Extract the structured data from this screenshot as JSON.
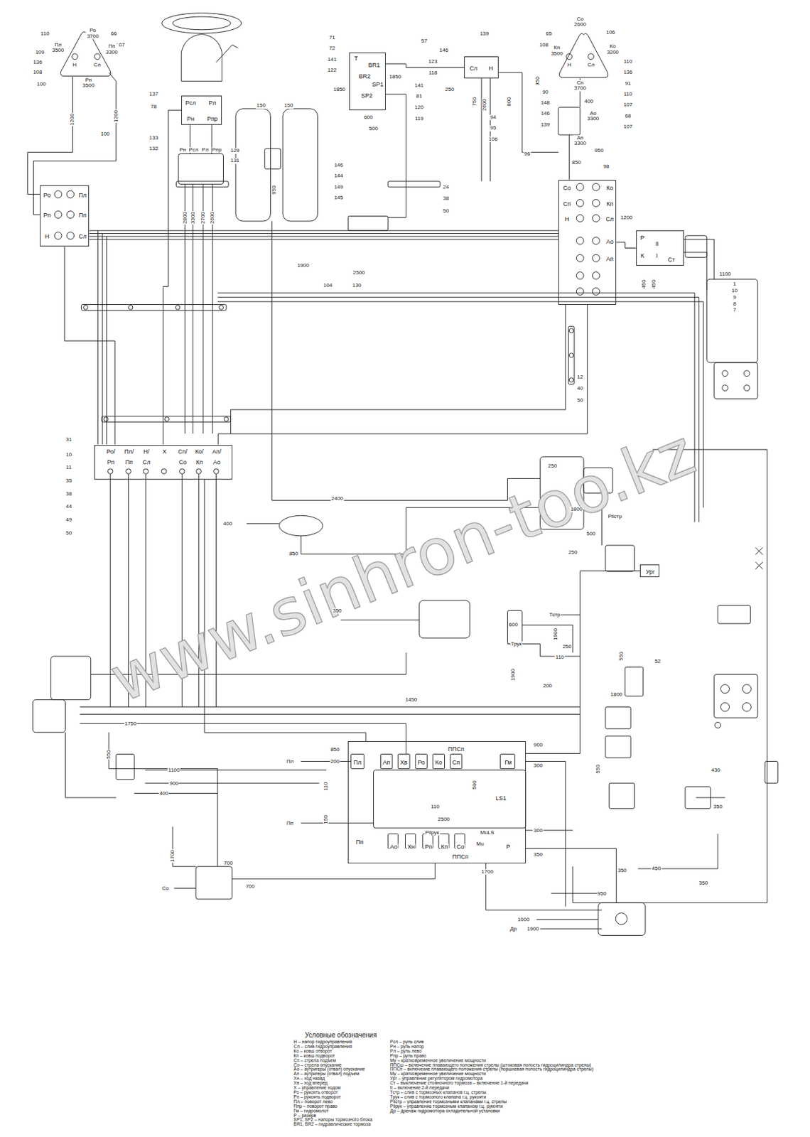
{
  "diagram": {
    "nodes": [
      {
        "text": [
          "Ро",
          "Пл",
          "Рп",
          "Пп",
          "Н",
          "Сл"
        ]
      },
      {
        "text": [
          "Рсл",
          "Рл",
          "Рн",
          "Рпр"
        ]
      },
      {
        "text": [
          "T",
          "BR1",
          "BR2",
          "SP1",
          "SP2"
        ]
      },
      {
        "text": [
          "Сл",
          "Н"
        ]
      },
      {
        "text": [
          "Со",
          "Ко",
          "Сп",
          "Кп",
          "Н",
          "Сл",
          "Ао",
          "Ап"
        ]
      },
      {
        "text": [
          "Ро/",
          "Пл/",
          "Н/",
          "Х",
          "Сп/",
          "Ко/",
          "Ап/",
          "Рп",
          "Пп",
          "Сл",
          "Со",
          "Кп",
          "Ао"
        ]
      },
      {
        "text": [
          "Пл",
          "Ап",
          "Хв",
          "Ро",
          "Ко",
          "Сп",
          "ППСп",
          "Гм",
          "LS1",
          "Пп",
          "Ао",
          "Хн",
          "Рп",
          "Кп",
          "Со",
          "ППСп",
          "Р"
        ]
      },
      {
        "text": [
          "Ург"
        ]
      },
      {
        "text": [
          "Р",
          "II",
          "К",
          "I",
          "Ст"
        ]
      }
    ],
    "edges": [
      {
        "from": 0,
        "to": 5,
        "arrow": "none"
      },
      {
        "from": 1,
        "to": 5,
        "arrow": "none"
      },
      {
        "from": 4,
        "to": 5,
        "arrow": "none"
      },
      {
        "from": 2,
        "to": 3,
        "arrow": "none"
      },
      {
        "from": 5,
        "to": 6,
        "arrow": "none"
      },
      {
        "from": 6,
        "to": 7,
        "arrow": "none"
      },
      {
        "from": 4,
        "to": 8,
        "arrow": "none"
      }
    ],
    "labels": [
      "110",
      "Ро 3700",
      "66",
      "107",
      "Пл 3500",
      "Пп 3300",
      "109",
      "136",
      "Н",
      "Сл",
      "108",
      "Рп 3500",
      "100",
      "1200",
      "1200",
      "100",
      "137",
      "78",
      "133",
      "132",
      "Рн",
      "Рсл",
      "Рл",
      "Рпр",
      "129",
      "131",
      "2800",
      "3300",
      "2700",
      "2600",
      "150",
      "150",
      "950",
      "71",
      "72",
      "141",
      "122",
      "1850",
      "600",
      "500",
      "1850",
      "57",
      "146",
      "123",
      "118",
      "250",
      "141",
      "81",
      "120",
      "119",
      "139",
      "750",
      "2600",
      "800",
      "94",
      "95",
      "106",
      "65",
      "Со 2600",
      "106",
      "108",
      "Кп 3500",
      "Ко 3200",
      "Н",
      "Сл",
      "110",
      "136",
      "Сп 3700",
      "91",
      "350",
      "110",
      "90",
      "400",
      "148",
      "107",
      "146",
      "Ао 3300",
      "68",
      "139",
      "107",
      "Ап 3300",
      "950",
      "96",
      "850",
      "98",
      "146",
      "144",
      "149",
      "145",
      "24",
      "38",
      "50",
      "1900",
      "2500",
      "104",
      "130",
      "1200",
      "450",
      "450",
      "1100",
      "1",
      "10",
      "9",
      "8",
      "7",
      "12",
      "40",
      "50",
      "31",
      "10",
      "11",
      "35",
      "38",
      "44",
      "49",
      "50",
      "2400",
      "400",
      "850",
      "250",
      "1800",
      "Pilстр",
      "500",
      "250",
      "350",
      "600",
      "Тстр",
      "Трук",
      "1900",
      "250",
      "110",
      "52",
      "550",
      "1900",
      "200",
      "1800",
      "1450",
      "1750",
      "550",
      "1100",
      "900",
      "400",
      "850",
      "200",
      "Пл",
      "110",
      "150",
      "Пп",
      "900",
      "300",
      "500",
      "110",
      "2500",
      "Pilрук",
      "MuLS",
      "Mu",
      "300",
      "350",
      "1700",
      "1700",
      "700",
      "700",
      "Со",
      "950",
      "1000",
      "Др",
      "1900",
      "350",
      "450",
      "350",
      "430",
      "350",
      "550",
      "Условные обозначения",
      "www.sinhron-too.kz"
    ],
    "legend": [
      {
        "text": "Н – напор гидроуправления"
      },
      {
        "text": "Сл – слив гидроуправления"
      },
      {
        "text": "Ко – ковш отворот"
      },
      {
        "text": "Кп – ковш подворот"
      },
      {
        "text": "Сп – стрела подъем"
      },
      {
        "text": "Со – стрела опускание"
      },
      {
        "text": "Ао – аутригеры (отвал) опускание"
      },
      {
        "text": "Ап – аутригеры (отвал) подъем"
      },
      {
        "text": "Хн – ход назад"
      },
      {
        "text": "Хв – ход вперед"
      },
      {
        "text": "Х – управление ходом"
      },
      {
        "text": "Ро – рукоять отворот"
      },
      {
        "text": "Рп – рукоять подворот"
      },
      {
        "text": "Пл – поворот лево"
      },
      {
        "text": "Ппр – поворот право"
      },
      {
        "text": "Гм – гидромолот"
      },
      {
        "text": "Р – резерв"
      },
      {
        "text": "SP1, SP2 – напоры тормозного блока"
      },
      {
        "text": "BR1, BR2 – гидравлические тормоза"
      },
      {
        "text": "Рсл – руль слив"
      },
      {
        "text": "Рн – руль напор"
      },
      {
        "text": "Рл – руль лево"
      },
      {
        "text": "Рпр – руль право"
      },
      {
        "text": "Му – кратковременное увеличение мощности"
      },
      {
        "text": "ППСш – включение плавающего положения стрелы (штоковая полость гидроцилиндра стрелы)"
      },
      {
        "text": "ППСп – включение плавающего положения стрелы (поршневая полость гидроцилиндра стрелы)"
      },
      {
        "text": "Му – кратковременное увеличение мощности"
      },
      {
        "text": "Ург – управление регулятором гидромотора"
      },
      {
        "text": "Ст – выключение стояночного тормоза – включение 1-й передачи"
      },
      {
        "text": "II – включение 2-й передачи"
      },
      {
        "text": "Тстр – слив с тормозных клапанов г.ц. стрелы"
      },
      {
        "text": "Трук – слив с тормозного клапана г.ц. рукояти"
      },
      {
        "text": "Pilстр – управление тормозными клапанами г.ц. стрелы"
      },
      {
        "text": "Pilрук – управление тормозным клапаном г.ц. рукояти"
      },
      {
        "text": "Др – дренаж гидромотора охладительной установки"
      }
    ]
  }
}
